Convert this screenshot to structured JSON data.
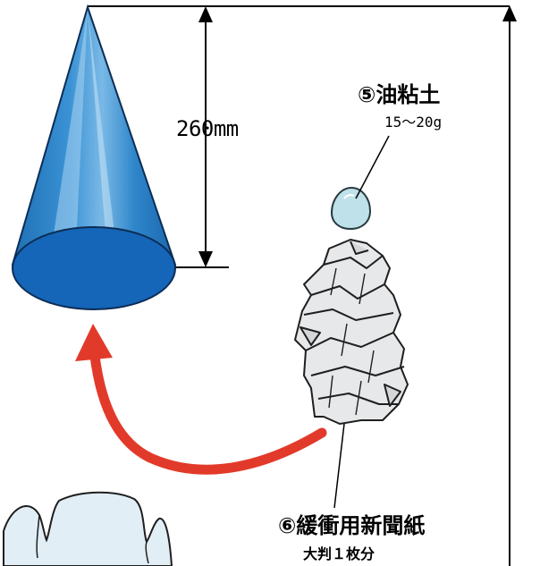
{
  "diagram": {
    "height_label": "260mm",
    "clay": {
      "label": "⑤油粘土",
      "weight": "15～20g"
    },
    "paper": {
      "label": "⑥緩衝用新聞紙",
      "amount": "大判１枚分"
    },
    "colors": {
      "cone_body": "#2e86c9",
      "cone_highlight": "#a9d4f2",
      "cone_base": "#1565b8",
      "clay": "#bfe1ea",
      "paper": "#e6e8ea",
      "arrow": "#e23a2a",
      "line": "#000000"
    }
  }
}
